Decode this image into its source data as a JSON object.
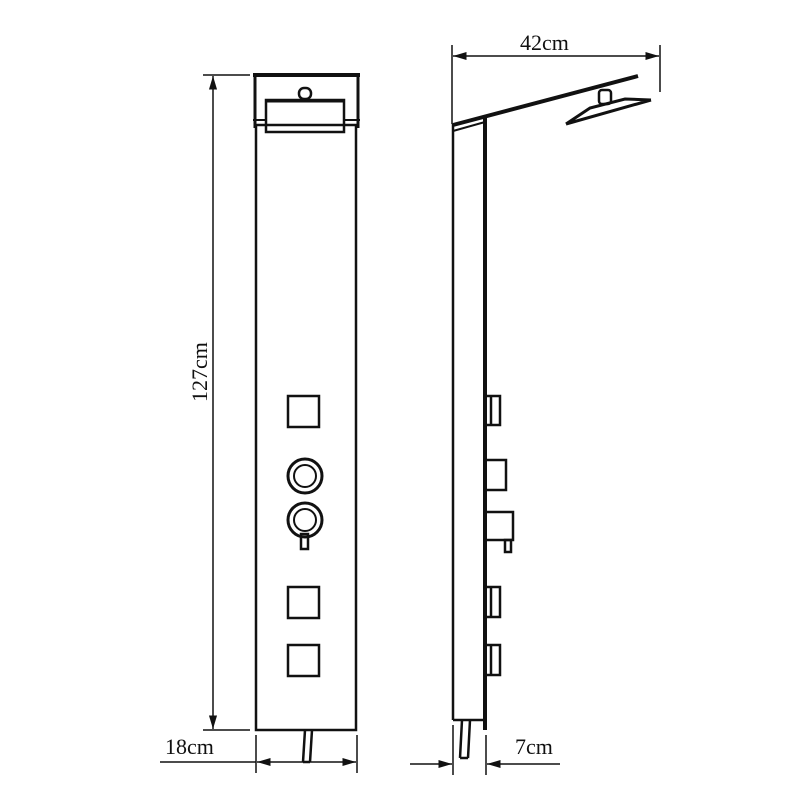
{
  "dimensions": {
    "height": "127cm",
    "width_front": "18cm",
    "depth_head": "42cm",
    "depth_panel": "7cm"
  },
  "colors": {
    "line": "#111111",
    "background": "#ffffff"
  },
  "views": [
    "front-view",
    "side-view"
  ]
}
